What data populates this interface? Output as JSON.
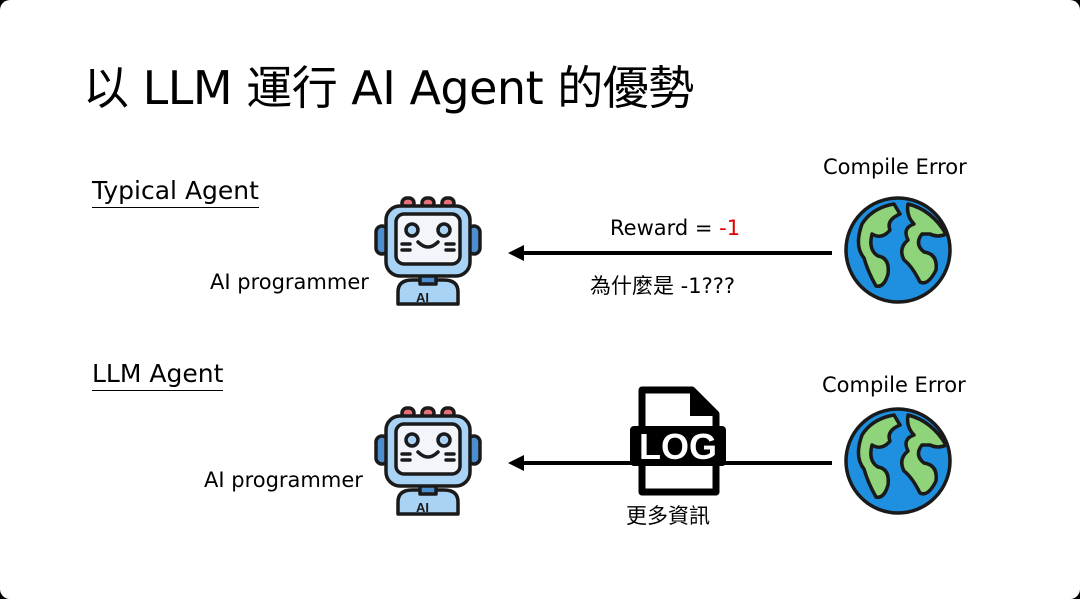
{
  "title": "以 LLM 運行 AI Agent 的優勢",
  "typical": {
    "section_label": "Typical Agent",
    "agent_label": "AI programmer",
    "env_label": "Compile Error",
    "reward_prefix": "Reward = ",
    "reward_value": "-1",
    "question": "為什麼是 -1???",
    "icons": {
      "agent": "robot-icon",
      "env": "globe-icon"
    }
  },
  "llm": {
    "section_label": "LLM Agent",
    "agent_label": "AI programmer",
    "env_label": "Compile Error",
    "log_text": "LOG",
    "more_info": "更多資訊",
    "icons": {
      "agent": "robot-icon",
      "env": "globe-icon",
      "log": "log-file-icon"
    }
  },
  "colors": {
    "reward_value": "#e00000"
  }
}
